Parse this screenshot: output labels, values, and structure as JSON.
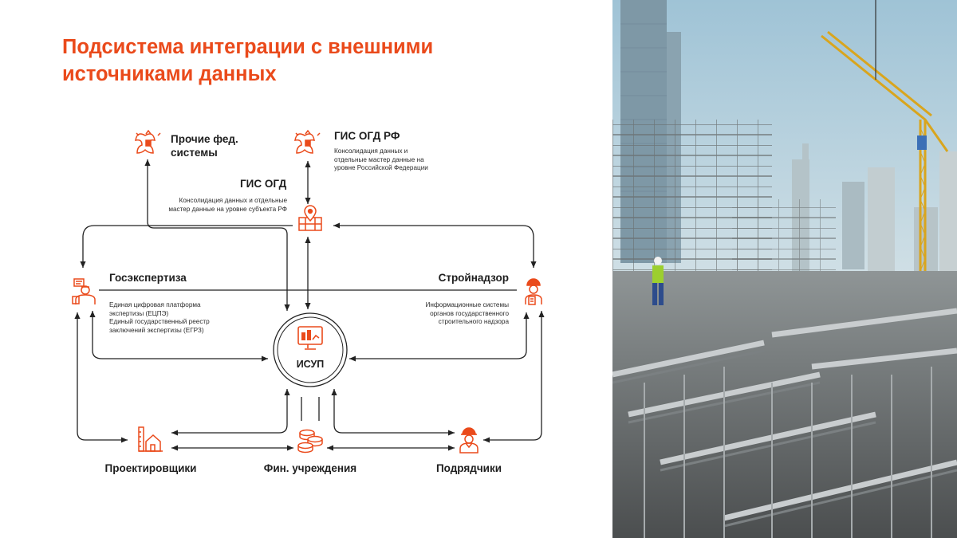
{
  "title": "Подсистема интеграции с внешними источниками данных",
  "nodes": {
    "other_fed": {
      "label_line1": "Прочие фед.",
      "label_line2": "системы"
    },
    "gis_ogd_rf": {
      "label": "ГИС ОГД РФ",
      "desc_line1": "Консолидация данных и",
      "desc_line2": "отдельные мастер данные на",
      "desc_line3": "уровне Российской Федерации"
    },
    "gis_ogd": {
      "label": "ГИС ОГД",
      "desc_line1": "Консолидация данных и отдельные",
      "desc_line2": "мастер данные на уровне субъекта РФ"
    },
    "gosexpertiza": {
      "label": "Госэкспертиза",
      "desc_line1": "Единая цифровая платформа",
      "desc_line2": "экспертизы (ЕЦПЭ)",
      "desc_line3": "Единый государственный реестр",
      "desc_line4": "заключений экспертизы (ЕГРЗ)"
    },
    "stroynadzor": {
      "label": "Стройнадзор",
      "desc_line1": "Информационные системы",
      "desc_line2": "органов государственного",
      "desc_line3": "строительного надзора"
    },
    "isup": {
      "label": "ИСУП"
    },
    "designers": {
      "label": "Проектировщики"
    },
    "fin": {
      "label": "Фин. учреждения"
    },
    "contractors": {
      "label": "Подрядчики"
    }
  },
  "colors": {
    "accent": "#ea4a1b",
    "line": "#222222",
    "text": "#1e1e1e"
  },
  "icons": {
    "emblem": "coat-of-arms-icon",
    "gis_ogd": "map-pin-icon",
    "gosexpertiza": "engineer-document-icon",
    "stroynadzor": "inspector-icon",
    "isup": "monitor-chart-icon",
    "designers": "house-ruler-icon",
    "fin": "coins-stack-icon",
    "contractors": "worker-icon"
  },
  "photo": {
    "subject": "construction site with scaffolding, tower crane and skyscrapers"
  }
}
